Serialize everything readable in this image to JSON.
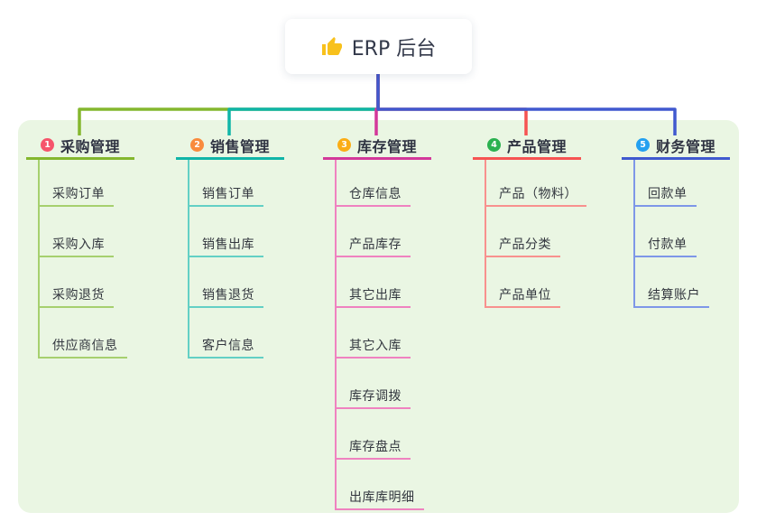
{
  "root": {
    "title": "ERP 后台",
    "icon": "thumbs-up-icon",
    "icon_color": "#f8c11c",
    "card_bg": "#ffffff",
    "text_color": "#33394a"
  },
  "panel": {
    "bg_color": "#eaf6e3"
  },
  "branches": [
    {
      "badge": "1",
      "title": "采购管理",
      "badge_color": "#f6546b",
      "line_color": "#84b72e",
      "child_line_color": "#a6d06e",
      "children": [
        "采购订单",
        "采购入库",
        "采购退货",
        "供应商信息"
      ]
    },
    {
      "badge": "2",
      "title": "销售管理",
      "badge_color": "#f98b3d",
      "line_color": "#10b5a8",
      "child_line_color": "#63d0c5",
      "children": [
        "销售订单",
        "销售出库",
        "销售退货",
        "客户信息"
      ]
    },
    {
      "badge": "3",
      "title": "库存管理",
      "badge_color": "#fbad15",
      "line_color": "#d3389a",
      "child_line_color": "#ef82c0",
      "children": [
        "仓库信息",
        "产品库存",
        "其它出库",
        "其它入库",
        "库存调拨",
        "库存盘点",
        "出库库明细"
      ]
    },
    {
      "badge": "4",
      "title": "产品管理",
      "badge_color": "#2bb150",
      "line_color": "#f65352",
      "child_line_color": "#f8918e",
      "children": [
        "产品（物料）",
        "产品分类",
        "产品单位"
      ]
    },
    {
      "badge": "5",
      "title": "财务管理",
      "badge_color": "#23a0f0",
      "line_color": "#4059cf",
      "child_line_color": "#7e97e8",
      "children": [
        "回款单",
        "付款单",
        "结算账户"
      ]
    }
  ]
}
